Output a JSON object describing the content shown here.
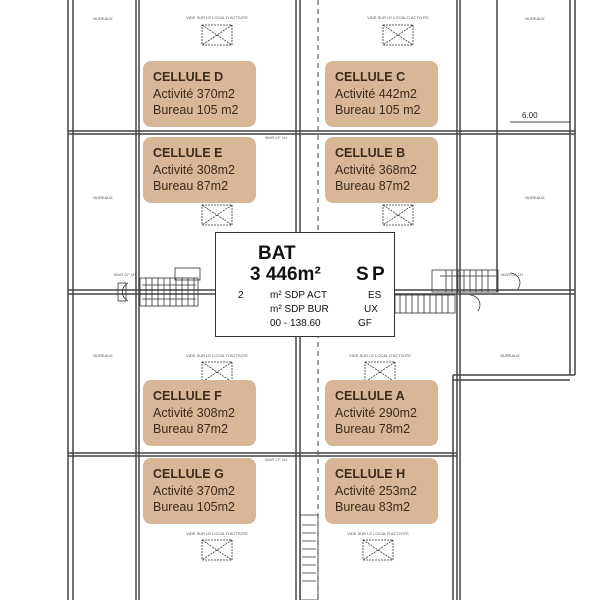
{
  "building": {
    "title_fragment": "BAT",
    "area_fragment": "3 446m²",
    "area_suffix_s": "S",
    "area_suffix_p": "P",
    "line1_left": "2",
    "line1": "m² SDP ACT",
    "line1_end": "ES",
    "line2": "m² SDP BUR",
    "line2_end": "UX",
    "line3": "00 - 138.60",
    "line3_end": "GF"
  },
  "cells": [
    {
      "name": "CELLULE D",
      "activite": "Activité 370m2",
      "bureau": "Bureau 105 m2"
    },
    {
      "name": "CELLULE C",
      "activite": "Activité 442m2",
      "bureau": "Bureau 105 m2"
    },
    {
      "name": "CELLULE E",
      "activite": "Activité 308m2",
      "bureau": "Bureau 87m2"
    },
    {
      "name": "CELLULE B",
      "activite": "Activité 368m2",
      "bureau": "Bureau 87m2"
    },
    {
      "name": "CELLULE F",
      "activite": "Activité 308m2",
      "bureau": "Bureau 87m2"
    },
    {
      "name": "CELLULE A",
      "activite": "Activité 290m2",
      "bureau": "Bureau 78m2"
    },
    {
      "name": "CELLULE G",
      "activite": "Activité 370m2",
      "bureau": "Bureau 105m2"
    },
    {
      "name": "CELLULE H",
      "activite": "Activité 253m2",
      "bureau": "Bureau 83m2"
    }
  ],
  "labels": {
    "bureaux": "BUREAUX",
    "vide": "VIDE SUR LE LOCAL D'ACTIVITE",
    "mur": "MUR CF 1H",
    "dimension": "6.00"
  },
  "colors": {
    "card": "#D7B797",
    "card_text": "#3b2a1c",
    "wall": "#444444"
  }
}
